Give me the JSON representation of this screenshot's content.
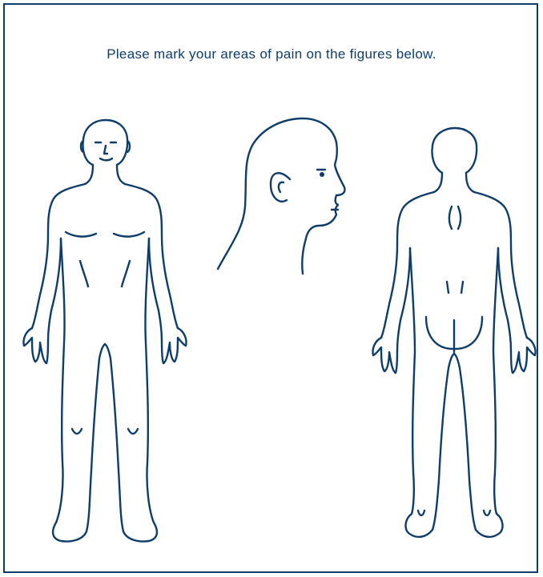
{
  "form": {
    "instruction": "Please mark your areas of pain on the figures below.",
    "line_color": "#0f3d6b",
    "figures": [
      {
        "view": "front",
        "icon": "body-front-outline"
      },
      {
        "view": "head-profile",
        "icon": "head-side-outline"
      },
      {
        "view": "back",
        "icon": "body-back-outline"
      }
    ]
  }
}
